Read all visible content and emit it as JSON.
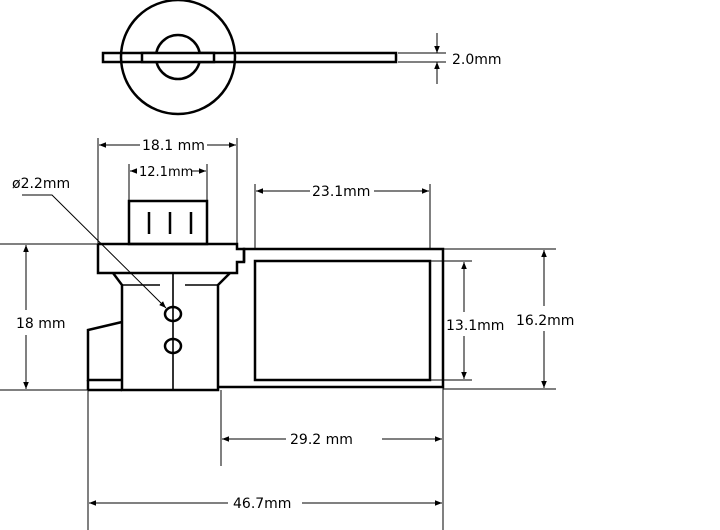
{
  "diagram": {
    "labels": {
      "pin_thickness": "2.0mm",
      "top_width": "18.1 mm",
      "neck_width": "12.1mm",
      "hole_diameter": "ø2.2mm",
      "window_width": "23.1mm",
      "left_height": "18 mm",
      "window_height": "13.1mm",
      "body_height": "16.2mm",
      "tail_length": "29.2 mm",
      "overall_length": "46.7mm"
    }
  }
}
